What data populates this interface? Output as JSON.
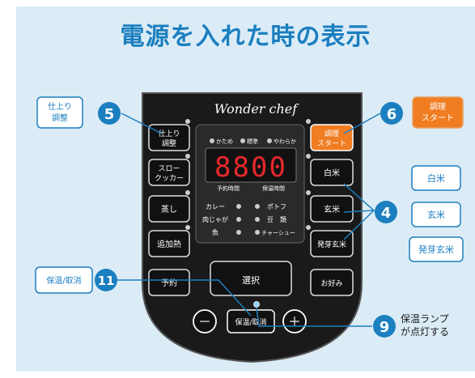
{
  "page_title": "電源を入れた時の表示",
  "brand": "Wonder chef",
  "leds_top": [
    "かため",
    "標準",
    "やわらか"
  ],
  "display_digits": "8800",
  "display_labels": [
    "予約時間",
    "保温時間"
  ],
  "menu_rows": [
    {
      "left": "カレー",
      "right": "ポトフ"
    },
    {
      "left": "肉じゃが",
      "right": "豆　類"
    },
    {
      "left": "魚",
      "right": "チャーシュー"
    }
  ],
  "left_buttons": [
    {
      "line1": "仕上り",
      "line2": "調整"
    },
    {
      "line1": "スロー",
      "line2": "クッカー"
    },
    {
      "line1": "蒸し",
      "line2": ""
    },
    {
      "line1": "追加熱",
      "line2": ""
    },
    {
      "line1": "予約",
      "line2": ""
    }
  ],
  "right_buttons": [
    {
      "line1": "調理",
      "line2": "スタート"
    },
    {
      "line1": "白米",
      "line2": ""
    },
    {
      "line1": "玄米",
      "line2": ""
    },
    {
      "line1": "発芽玄米",
      "line2": ""
    },
    {
      "line1": "お好み",
      "line2": ""
    }
  ],
  "select_button": "選択",
  "keep_warm_button": "保温/取消",
  "minus_symbol": "－",
  "plus_symbol": "＋",
  "callouts": {
    "adjust": {
      "number": "5",
      "line1": "仕上り",
      "line2": "調整"
    },
    "start": {
      "number": "6",
      "line1": "調理",
      "line2": "スタート"
    },
    "rice": {
      "number": "4",
      "items": [
        "白米",
        "玄米",
        "発芽玄米"
      ]
    },
    "keep_warm": {
      "number": "11",
      "label": "保温/取消"
    },
    "lamp": {
      "number": "9",
      "line1": "保温ランプ",
      "line2": "が点灯する"
    }
  },
  "colors": {
    "accent_orange": "#f07d22",
    "callout_blue": "#1b7fc0",
    "panel_black": "#1a1a1a",
    "display_red": "#e8282c"
  }
}
